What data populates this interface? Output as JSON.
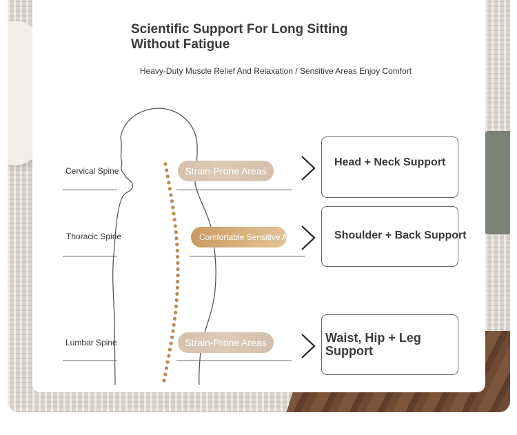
{
  "header": {
    "title": "Scientific Support For Long Sitting Without Fatigue",
    "subtitle": "Heavy-Duty Muscle Relief And Relaxation / Sensitive Areas Enjoy Comfort"
  },
  "rows": [
    {
      "spine_label": "Cervical Spine",
      "pill_label": "Strain-Prone Areas",
      "support_label": "Head + Neck Support"
    },
    {
      "spine_label": "Thoracic Spine",
      "pill_label": "Comfortable Sensitive Areas",
      "support_label": "Shoulder + Back Support"
    },
    {
      "spine_label": "Lumbar Spine",
      "pill_label": "Strain-Prone Areas",
      "support_label": "Waist, Hip + Leg Support"
    }
  ],
  "colors": {
    "pill_soft": "#d6c2ad",
    "pill_gold": "#c89a62",
    "spine_dots": "#b98a55",
    "outline": "#555555"
  },
  "icons": {
    "arrow": "chevron-right-icon",
    "figure": "human-silhouette-icon"
  }
}
